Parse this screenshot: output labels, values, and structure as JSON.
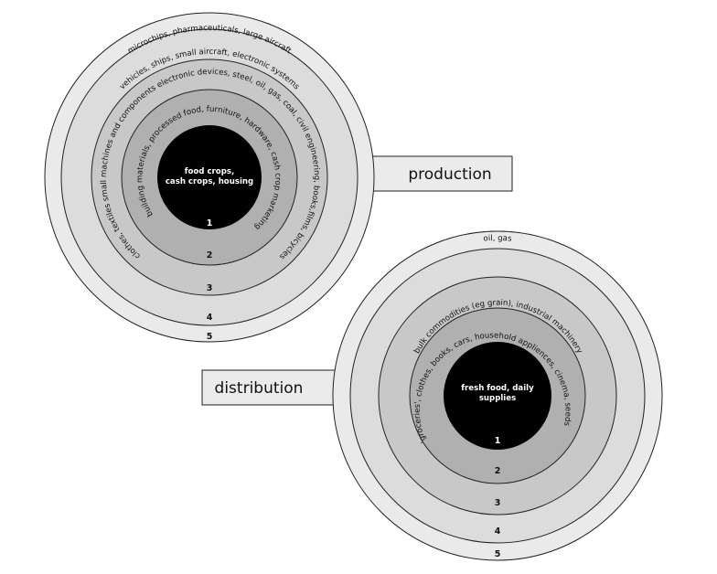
{
  "production": {
    "label": "production",
    "center_lines": [
      "food crops,",
      "cash crops, housing"
    ],
    "ring_numbers": [
      "1",
      "2",
      "3",
      "4",
      "5"
    ],
    "rings": {
      "r5": "microchips, pharmaceuticals, large aircraft",
      "r4": "vehicles, ships, small aircraft, electronic systems",
      "r3": "clothes, textiles small machines and components electronic devices, steel, oil, gas, coal, civil engineering, books,films, bicycles",
      "r2": "building materials, processed food, furniture, hardware, cash crop marketing"
    }
  },
  "distribution": {
    "label": "distribution",
    "center_lines": [
      "fresh food, daily",
      "supplies"
    ],
    "ring_numbers": [
      "1",
      "2",
      "3",
      "4",
      "5"
    ],
    "rings": {
      "r5": "oil, gas",
      "r3": "bulk commodities (eg grain), industrial machinery",
      "r2": "'groceries', clothes, books, cars, household appliences, cinema, seeds"
    }
  },
  "colors": {
    "ring5": "#eaeaea",
    "ring4": "#dcdcdc",
    "ring3": "#c8c8c8",
    "ring2": "#b0b0b0",
    "core": "#000000"
  }
}
